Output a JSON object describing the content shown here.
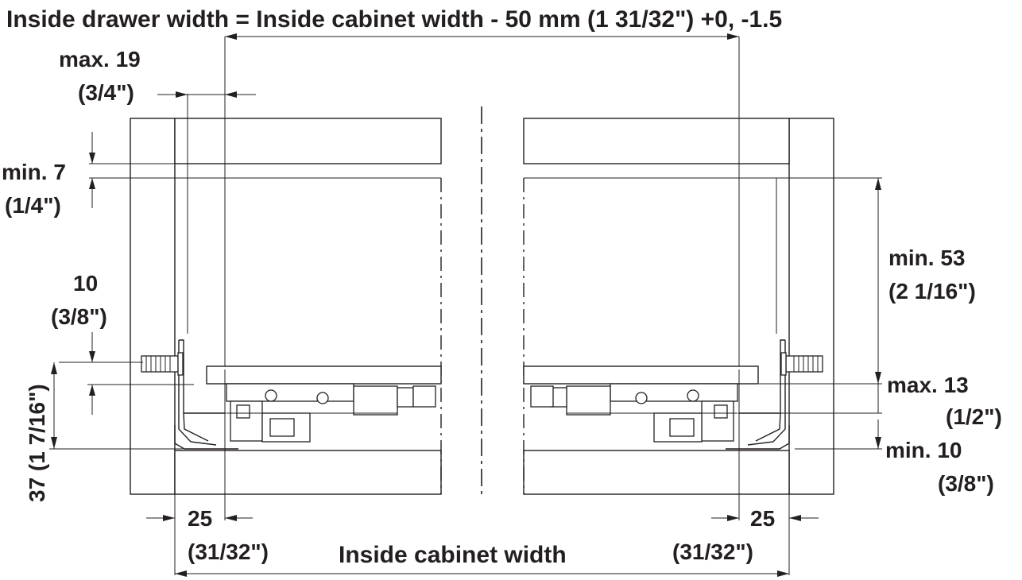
{
  "diagram": {
    "title": "Inside drawer width = Inside cabinet width - 50 mm (1 31/32\") +0, -1.5",
    "labels": {
      "max19": "max. 19",
      "max19_in": "(3/4\")",
      "min7": "min. 7",
      "min7_in": "(1/4\")",
      "ten": "10",
      "ten_in": "(3/8\")",
      "thirty_seven": "37 (1 7/16\")",
      "min53": "min. 53",
      "min53_in": "(2 1/16\")",
      "max13": "max. 13",
      "max13_in": "(1/2\")",
      "min10": "min. 10",
      "min10_in": "(3/8\")",
      "left25": "25",
      "left25_in": "(31/32\")",
      "right25": "25",
      "right25_in": "(31/32\")",
      "bottom_title": "Inside cabinet width"
    }
  }
}
